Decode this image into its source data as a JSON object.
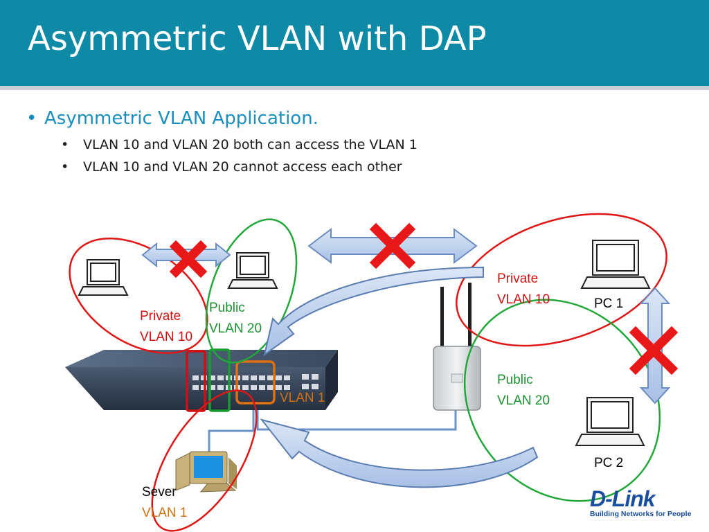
{
  "slide": {
    "title": "Asymmetric VLAN with DAP",
    "bullet_main": "Asymmetric VLAN Application.",
    "sub_bullets": [
      "VLAN 10 and VLAN 20 both can access the VLAN 1",
      "VLAN 10 and VLAN 20 cannot access each other"
    ]
  },
  "diagram": {
    "labels": {
      "left_private_1": "Private",
      "left_private_2": "VLAN 10",
      "left_public_1": "Public",
      "left_public_2": "VLAN 20",
      "switch_vlan1": "VLAN 1",
      "right_private_1": "Private",
      "right_private_2": "VLAN 10",
      "right_public_1": "Public",
      "right_public_2": "VLAN 20",
      "pc1": "PC 1",
      "pc2": "PC 2",
      "server_1": "Sever",
      "server_2": "VLAN 1"
    },
    "colors": {
      "private": "#d01010",
      "public": "#1a8f30",
      "vlan1": "#d07010",
      "arrow": "#b8cdec"
    }
  },
  "logo": {
    "name": "D-Link",
    "tagline": "Building Networks for People"
  }
}
